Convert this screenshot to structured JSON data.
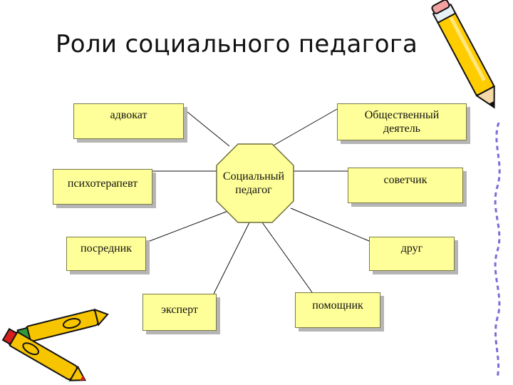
{
  "title": "Роли социального педагога",
  "center": {
    "line1": "Социальный",
    "line2": "педагог"
  },
  "roles": {
    "advocate": "адвокат",
    "public_figure_1": "Общественный",
    "public_figure_2": "деятель",
    "psychotherapist": "психотерапевт",
    "advisor": "советчик",
    "mediator": "посредник",
    "friend": "друг",
    "expert": "эксперт",
    "helper": "помощник"
  },
  "colors": {
    "box_fill": "#ffff99",
    "box_border": "#7a7a45",
    "pencil": "#ffcc00"
  },
  "icons": [
    "pencil-icon",
    "crayons-icon",
    "wavy-line"
  ]
}
